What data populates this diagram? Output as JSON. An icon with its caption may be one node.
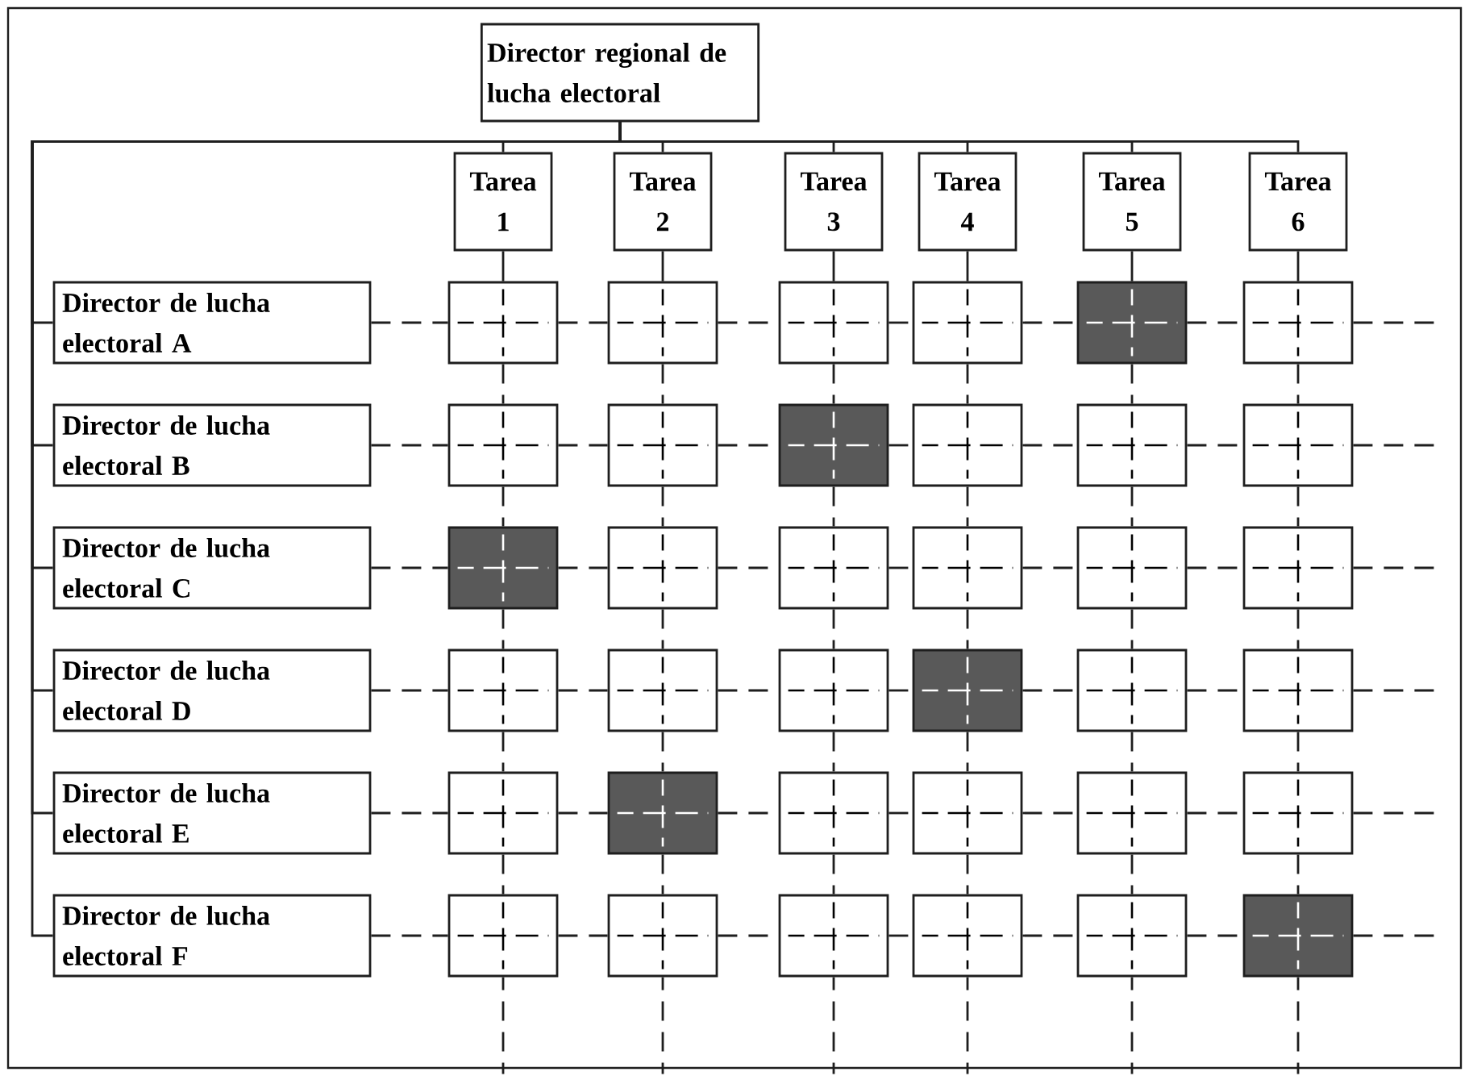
{
  "diagram": {
    "nodes": [
      {
        "text": [
          "Director regional de lucha electoral"
        ]
      },
      {
        "text": [
          "Tarea 1"
        ]
      },
      {
        "text": [
          "Tarea 2"
        ]
      },
      {
        "text": [
          "Tarea 3"
        ]
      },
      {
        "text": [
          "Tarea 4"
        ]
      },
      {
        "text": [
          "Tarea 5"
        ]
      },
      {
        "text": [
          "Tarea 6"
        ]
      },
      {
        "text": [
          "Director de lucha electoral A"
        ]
      },
      {
        "text": [],
        "shape": "box"
      },
      {
        "text": [],
        "shape": "box"
      },
      {
        "text": [],
        "shape": "box"
      },
      {
        "text": [],
        "shape": "box"
      },
      {
        "text": [],
        "shape": "box"
      },
      {
        "text": [],
        "shape": "box"
      },
      {
        "text": [
          "Director de lucha electoral B"
        ]
      },
      {
        "text": [],
        "shape": "box"
      },
      {
        "text": [],
        "shape": "box"
      },
      {
        "text": [],
        "shape": "box"
      },
      {
        "text": [],
        "shape": "box"
      },
      {
        "text": [],
        "shape": "box"
      },
      {
        "text": [],
        "shape": "box"
      },
      {
        "text": [
          "Director de lucha electoral C"
        ]
      },
      {
        "text": [],
        "shape": "box"
      },
      {
        "text": [],
        "shape": "box"
      },
      {
        "text": [],
        "shape": "box"
      },
      {
        "text": [],
        "shape": "box"
      },
      {
        "text": [],
        "shape": "box"
      },
      {
        "text": [],
        "shape": "box"
      },
      {
        "text": [
          "Director de lucha electoral D"
        ]
      },
      {
        "text": [],
        "shape": "box"
      },
      {
        "text": [],
        "shape": "box"
      },
      {
        "text": [],
        "shape": "box"
      },
      {
        "text": [],
        "shape": "box"
      },
      {
        "text": [],
        "shape": "box"
      },
      {
        "text": [],
        "shape": "box"
      },
      {
        "text": [
          "Director de lucha electoral E"
        ]
      },
      {
        "text": [],
        "shape": "box"
      },
      {
        "text": [],
        "shape": "box"
      },
      {
        "text": [],
        "shape": "box"
      },
      {
        "text": [],
        "shape": "box"
      },
      {
        "text": [],
        "shape": "box"
      },
      {
        "text": [],
        "shape": "box"
      },
      {
        "text": [
          "Director de lucha electoral F"
        ]
      },
      {
        "text": [],
        "shape": "box"
      },
      {
        "text": [],
        "shape": "box"
      },
      {
        "text": [],
        "shape": "box"
      },
      {
        "text": [],
        "shape": "box"
      },
      {
        "text": [],
        "shape": "box"
      },
      {
        "text": [],
        "shape": "box"
      }
    ],
    "edges": [
      {
        "from": 0,
        "to": 1,
        "arrow": "none"
      },
      {
        "from": 0,
        "to": 2,
        "arrow": "none"
      },
      {
        "from": 0,
        "to": 3,
        "arrow": "none"
      },
      {
        "from": 0,
        "to": 4,
        "arrow": "none"
      },
      {
        "from": 0,
        "to": 5,
        "arrow": "none"
      },
      {
        "from": 0,
        "to": 6,
        "arrow": "none"
      },
      {
        "from": 0,
        "to": 7,
        "arrow": "none"
      },
      {
        "from": 0,
        "to": 14,
        "arrow": "none"
      },
      {
        "from": 0,
        "to": 21,
        "arrow": "none"
      },
      {
        "from": 0,
        "to": 28,
        "arrow": "none"
      },
      {
        "from": 0,
        "to": 35,
        "arrow": "none"
      },
      {
        "from": 0,
        "to": 42,
        "arrow": "none"
      },
      {
        "from": 1,
        "to": 8,
        "arrow": "none"
      },
      {
        "from": 2,
        "to": 9,
        "arrow": "none"
      },
      {
        "from": 3,
        "to": 10,
        "arrow": "none"
      },
      {
        "from": 4,
        "to": 11,
        "arrow": "none"
      },
      {
        "from": 5,
        "to": 12,
        "arrow": "none"
      },
      {
        "from": 6,
        "to": 13,
        "arrow": "none"
      },
      {
        "from": 7,
        "to": 8,
        "arrow": "none",
        "style": "dashed"
      },
      {
        "from": 8,
        "to": 9,
        "arrow": "none",
        "style": "dashed"
      },
      {
        "from": 9,
        "to": 10,
        "arrow": "none",
        "style": "dashed"
      },
      {
        "from": 10,
        "to": 11,
        "arrow": "none",
        "style": "dashed"
      },
      {
        "from": 11,
        "to": 12,
        "arrow": "none",
        "style": "dashed"
      },
      {
        "from": 12,
        "to": 13,
        "arrow": "none",
        "style": "dashed"
      },
      {
        "from": 14,
        "to": 15,
        "arrow": "none",
        "style": "dashed"
      },
      {
        "from": 15,
        "to": 16,
        "arrow": "none",
        "style": "dashed"
      },
      {
        "from": 16,
        "to": 17,
        "arrow": "none",
        "style": "dashed"
      },
      {
        "from": 17,
        "to": 18,
        "arrow": "none",
        "style": "dashed"
      },
      {
        "from": 18,
        "to": 19,
        "arrow": "none",
        "style": "dashed"
      },
      {
        "from": 19,
        "to": 20,
        "arrow": "none",
        "style": "dashed"
      },
      {
        "from": 21,
        "to": 22,
        "arrow": "none",
        "style": "dashed"
      },
      {
        "from": 22,
        "to": 23,
        "arrow": "none",
        "style": "dashed"
      },
      {
        "from": 23,
        "to": 24,
        "arrow": "none",
        "style": "dashed"
      },
      {
        "from": 24,
        "to": 25,
        "arrow": "none",
        "style": "dashed"
      },
      {
        "from": 25,
        "to": 26,
        "arrow": "none",
        "style": "dashed"
      },
      {
        "from": 26,
        "to": 27,
        "arrow": "none",
        "style": "dashed"
      },
      {
        "from": 28,
        "to": 29,
        "arrow": "none",
        "style": "dashed"
      },
      {
        "from": 29,
        "to": 30,
        "arrow": "none",
        "style": "dashed"
      },
      {
        "from": 30,
        "to": 31,
        "arrow": "none",
        "style": "dashed"
      },
      {
        "from": 31,
        "to": 32,
        "arrow": "none",
        "style": "dashed"
      },
      {
        "from": 32,
        "to": 33,
        "arrow": "none",
        "style": "dashed"
      },
      {
        "from": 33,
        "to": 34,
        "arrow": "none",
        "style": "dashed"
      },
      {
        "from": 35,
        "to": 36,
        "arrow": "none",
        "style": "dashed"
      },
      {
        "from": 36,
        "to": 37,
        "arrow": "none",
        "style": "dashed"
      },
      {
        "from": 37,
        "to": 38,
        "arrow": "none",
        "style": "dashed"
      },
      {
        "from": 38,
        "to": 39,
        "arrow": "none",
        "style": "dashed"
      },
      {
        "from": 39,
        "to": 40,
        "arrow": "none",
        "style": "dashed"
      },
      {
        "from": 40,
        "to": 41,
        "arrow": "none",
        "style": "dashed"
      },
      {
        "from": 42,
        "to": 43,
        "arrow": "none",
        "style": "dashed"
      },
      {
        "from": 43,
        "to": 44,
        "arrow": "none",
        "style": "dashed"
      },
      {
        "from": 44,
        "to": 45,
        "arrow": "none",
        "style": "dashed"
      },
      {
        "from": 45,
        "to": 46,
        "arrow": "none",
        "style": "dashed"
      },
      {
        "from": 46,
        "to": 47,
        "arrow": "none",
        "style": "dashed"
      },
      {
        "from": 47,
        "to": 48,
        "arrow": "none",
        "style": "dashed"
      },
      {
        "from": 8,
        "to": 15,
        "arrow": "none",
        "style": "dashed"
      },
      {
        "from": 15,
        "to": 22,
        "arrow": "none",
        "style": "dashed"
      },
      {
        "from": 22,
        "to": 29,
        "arrow": "none",
        "style": "dashed"
      },
      {
        "from": 29,
        "to": 36,
        "arrow": "none",
        "style": "dashed"
      },
      {
        "from": 36,
        "to": 43,
        "arrow": "none",
        "style": "dashed"
      },
      {
        "from": 9,
        "to": 16,
        "arrow": "none",
        "style": "dashed"
      },
      {
        "from": 16,
        "to": 23,
        "arrow": "none",
        "style": "dashed"
      },
      {
        "from": 23,
        "to": 30,
        "arrow": "none",
        "style": "dashed"
      },
      {
        "from": 30,
        "to": 37,
        "arrow": "none",
        "style": "dashed"
      },
      {
        "from": 37,
        "to": 44,
        "arrow": "none",
        "style": "dashed"
      },
      {
        "from": 10,
        "to": 17,
        "arrow": "none",
        "style": "dashed"
      },
      {
        "from": 17,
        "to": 24,
        "arrow": "none",
        "style": "dashed"
      },
      {
        "from": 24,
        "to": 31,
        "arrow": "none",
        "style": "dashed"
      },
      {
        "from": 31,
        "to": 38,
        "arrow": "none",
        "style": "dashed"
      },
      {
        "from": 38,
        "to": 45,
        "arrow": "none",
        "style": "dashed"
      },
      {
        "from": 11,
        "to": 18,
        "arrow": "none",
        "style": "dashed"
      },
      {
        "from": 18,
        "to": 25,
        "arrow": "none",
        "style": "dashed"
      },
      {
        "from": 25,
        "to": 32,
        "arrow": "none",
        "style": "dashed"
      },
      {
        "from": 32,
        "to": 39,
        "arrow": "none",
        "style": "dashed"
      },
      {
        "from": 39,
        "to": 46,
        "arrow": "none",
        "style": "dashed"
      },
      {
        "from": 12,
        "to": 19,
        "arrow": "none",
        "style": "dashed"
      },
      {
        "from": 19,
        "to": 26,
        "arrow": "none",
        "style": "dashed"
      },
      {
        "from": 26,
        "to": 33,
        "arrow": "none",
        "style": "dashed"
      },
      {
        "from": 33,
        "to": 40,
        "arrow": "none",
        "style": "dashed"
      },
      {
        "from": 40,
        "to": 47,
        "arrow": "none",
        "style": "dashed"
      },
      {
        "from": 13,
        "to": 20,
        "arrow": "none",
        "style": "dashed"
      },
      {
        "from": 20,
        "to": 27,
        "arrow": "none",
        "style": "dashed"
      },
      {
        "from": 27,
        "to": 34,
        "arrow": "none",
        "style": "dashed"
      },
      {
        "from": 34,
        "to": 41,
        "arrow": "none",
        "style": "dashed"
      },
      {
        "from": 41,
        "to": 48,
        "arrow": "none",
        "style": "dashed"
      }
    ]
  }
}
